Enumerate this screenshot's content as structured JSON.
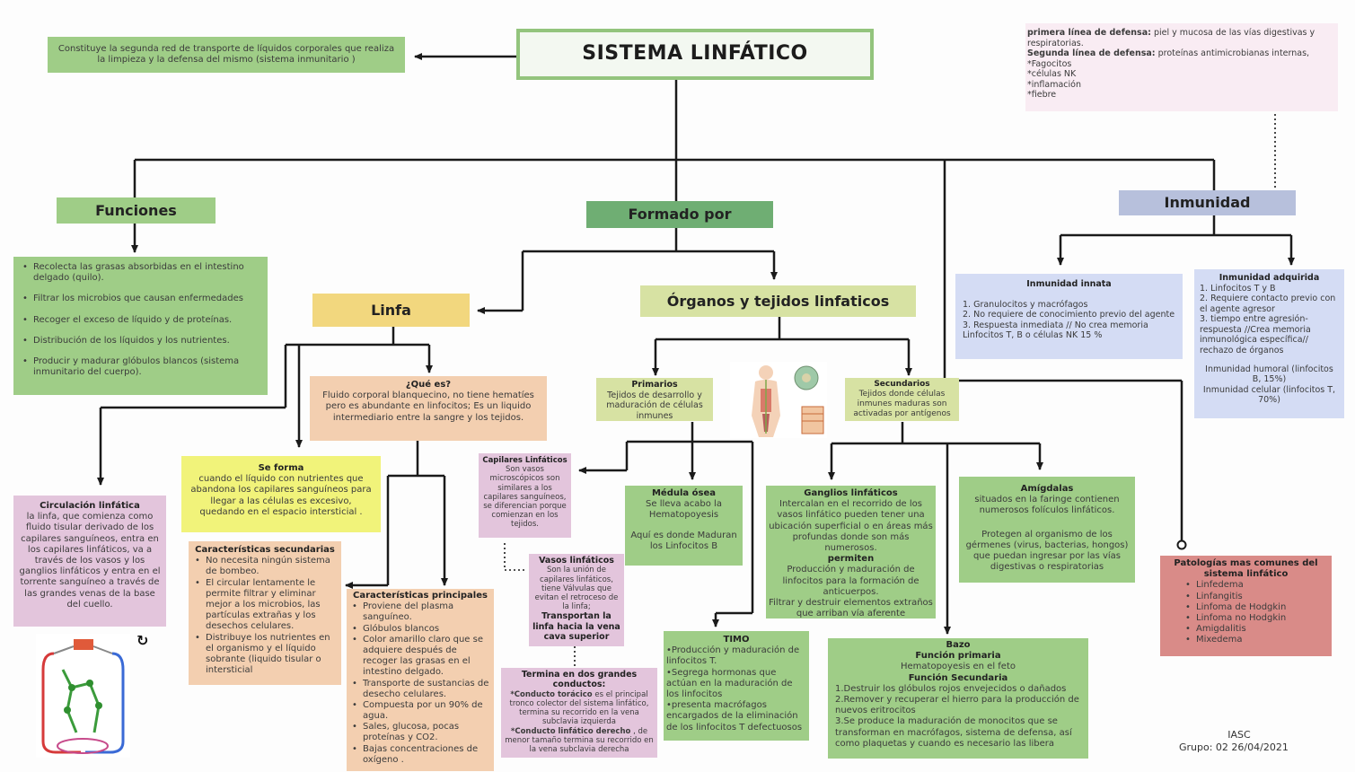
{
  "title": "SISTEMA LINFÁTICO",
  "intro": "Constituye la segunda red de transporte de líquidos corporales que realiza la limpieza y la defensa del mismo (sistema inmunitario )",
  "defense_note": {
    "first_label": "primera línea de defensa:",
    "first_text": " piel y mucosa de las vías digestivas y respiratorias.",
    "second_label": "Segunda línea de defensa:",
    "second_text": "  proteínas antimicrobianas internas,",
    "items": [
      "*Fagocitos",
      "*células NK",
      "*inflamación",
      "*fiebre"
    ]
  },
  "funciones": {
    "header": "Funciones",
    "items": [
      "Recolecta las grasas absorbidas en el intestino delgado (quilo).",
      "Filtrar los microbios que causan enfermedades",
      "Recoger el exceso de líquido y de proteínas.",
      "Distribución de los líquidos y los nutrientes.",
      "Producir y madurar glóbulos blancos (sistema inmunitario del cuerpo)."
    ]
  },
  "formado_por": "Formado por",
  "inmunidad": {
    "header": "Inmunidad",
    "innata": {
      "title": "Inmunidad innata",
      "items": [
        "1.  Granulocitos y macrófagos",
        "2.  No requiere de conocimiento previo del agente",
        "3.  Respuesta inmediata // No crea memoria Linfocitos T, B o células NK 15 %"
      ]
    },
    "adquirida": {
      "title": "Inmunidad adquirida",
      "items": [
        "1.  Linfocitos T y B",
        "2.  Requiere contacto previo con el agente agresor",
        "3.  tiempo entre agresión-respuesta //Crea memoria inmunológica específica// rechazo de órganos"
      ],
      "humoral": "Inmunidad humoral (linfocitos B, 15%)",
      "celular": "Inmunidad celular (linfocitos T, 70%)"
    }
  },
  "linfa": {
    "header": "Linfa",
    "que_es": {
      "title": "¿Qué es?",
      "text": "Fluido corporal blanquecino, no tiene hematíes pero es abundante en linfocitos; Es un liquido intermediario entre la sangre y los tejidos."
    },
    "se_forma": {
      "title": "Se forma",
      "text": "cuando el líquido con nutrientes que abandona los capilares sanguíneos para llegar a las células es excesivo, quedando en el espacio intersticial ."
    },
    "circulacion": {
      "title": "Circulación linfática",
      "text": "la linfa, que comienza como fluido tisular derivado de los capilares sanguíneos, entra en los capilares linfáticos, va a través de los vasos y los ganglios linfáticos y entra en el torrente sanguíneo a través de las grandes venas de la base del cuello."
    },
    "secundarias": {
      "title": "Características secundarias",
      "items": [
        "No necesita ningún sistema de bombeo.",
        "El circular lentamente le permite filtrar y eliminar mejor a los microbios, las partículas extrañas y los desechos celulares.",
        "Distribuye los nutrientes en el organismo y el líquido sobrante (liquido tisular o intersticial"
      ]
    },
    "principales": {
      "title": "Características principales",
      "items": [
        "Proviene del plasma sanguíneo.",
        "Glóbulos blancos",
        "Color amarillo claro  que se adquiere después de recoger las grasas en el intestino delgado.",
        "Transporte de sustancias de desecho celulares.",
        "Compuesta por un 90% de agua.",
        "Sales, glucosa, pocas proteínas y CO2.",
        "Bajas concentraciones de oxígeno ."
      ]
    }
  },
  "organos": {
    "header": "Órganos y tejidos linfaticos",
    "primarios": {
      "title": "Primarios",
      "text": "Tejidos de desarrollo y maduración de células inmunes"
    },
    "secundarios": {
      "title": "Secundarios",
      "text": "Tejidos donde células inmunes maduras son activadas por antígenos"
    },
    "capilares": {
      "title": "Capilares Linfáticos",
      "text": "Son vasos microscópicos son similares a los capilares sanguíneos, se diferencian porque comienzan en los tejidos."
    },
    "vasos": {
      "title": "Vasos linfáticos",
      "text": "Son la unión de capilares linfáticos, tiene Válvulas que evitan el retroceso de la linfa;",
      "bold": "Transportan la linfa hacia la vena cava superior"
    },
    "termina": {
      "title": "Termina en dos grandes conductos:",
      "a_label": "*Conducto torácico",
      "a_text": " es el principal tronco colector del sistema linfático, termina su recorrido en la vena subclavia izquierda",
      "b_label": "*Conducto linfático derecho",
      "b_text": " , de menor tamaño termina su recorrido en la vena subclavia derecha"
    },
    "medula": {
      "title": "Médula ósea",
      "text1": "Se lleva acabo la Hematopoyesis",
      "text2": "Aquí es donde Maduran los Linfocitos B"
    },
    "timo": {
      "title": "TIMO",
      "items": [
        "•Producción y maduración de linfocitos T.",
        "•Segrega hormonas que actúan en la maduración de los linfocitos",
        "•presenta macrófagos encargados de la eliminación de los linfocitos T defectuosos"
      ]
    },
    "ganglios": {
      "title": "Ganglios linfáticos",
      "text": "Intercalan en el recorrido de los vasos linfático pueden tener una ubicación superficial  o en áreas más profundas donde son más numerosos.",
      "permiten": "permiten",
      "text2": "Producción y maduración de linfocitos para la formación de anticuerpos.",
      "text3": "Filtrar y destruir elementos extraños que arriban vía aferente"
    },
    "amigdalas": {
      "title": "Amígdalas",
      "text": "situados en la faringe  contienen numerosos folículos linfáticos.",
      "text2": "Protegen al organismo de los gérmenes (virus, bacterias, hongos) que puedan ingresar por las vías digestivas o respiratorias"
    },
    "bazo": {
      "title": "Bazo",
      "primaria": "Función primaria",
      "primaria_text": "Hematopoyesis en el feto",
      "secundaria": "Función Secundaria",
      "items": [
        "1.Destruir los glóbulos rojos envejecidos o dañados",
        "2.Remover y recuperar el hierro para la producción de nuevos eritrocitos",
        "3.Se produce la maduración de monocitos que se transforman en macrófagos, sistema de defensa, así como plaquetas y cuando es necesario las libera"
      ]
    }
  },
  "patologias": {
    "title": "Patologías mas comunes del sistema linfático",
    "items": [
      "Linfedema",
      "Linfangitis",
      "Linfoma de Hodgkin",
      "Linfoma no Hodgkin",
      "Amigdalitis",
      "Mixedema"
    ]
  },
  "footer": {
    "org": "IASC",
    "group": "Grupo: 02 26/04/2021"
  },
  "colors": {
    "line": "#1a1a1a",
    "green": "#93c47d",
    "accent_title_border": "#93c47d"
  }
}
